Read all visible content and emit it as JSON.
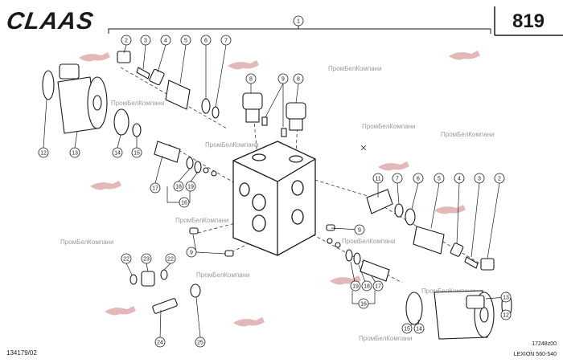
{
  "header": {
    "brand": "CLAAS",
    "page_number": "819"
  },
  "footer": {
    "drawing_number": "134179/02",
    "figure_code": "17248z00",
    "model": "LEXION 560-540"
  },
  "watermark_text": "ПромБелКомпани",
  "callouts": {
    "c1": "1",
    "c2": "2",
    "c3": "3",
    "c4": "4",
    "c5": "5",
    "c6": "6",
    "c7": "7",
    "c8": "8",
    "c9": "9",
    "c11": "11",
    "c12": "12",
    "c13": "13",
    "c14": "14",
    "c15": "15",
    "c16": "16",
    "c17": "17",
    "c18": "18",
    "c19": "19",
    "c22": "22",
    "c23": "23",
    "c24": "24",
    "c25": "25"
  },
  "colors": {
    "ink": "#1a1a1a",
    "watermark_text": "#9a9a9a",
    "watermark_logo": "#d8a0a0",
    "background": "#ffffff"
  }
}
